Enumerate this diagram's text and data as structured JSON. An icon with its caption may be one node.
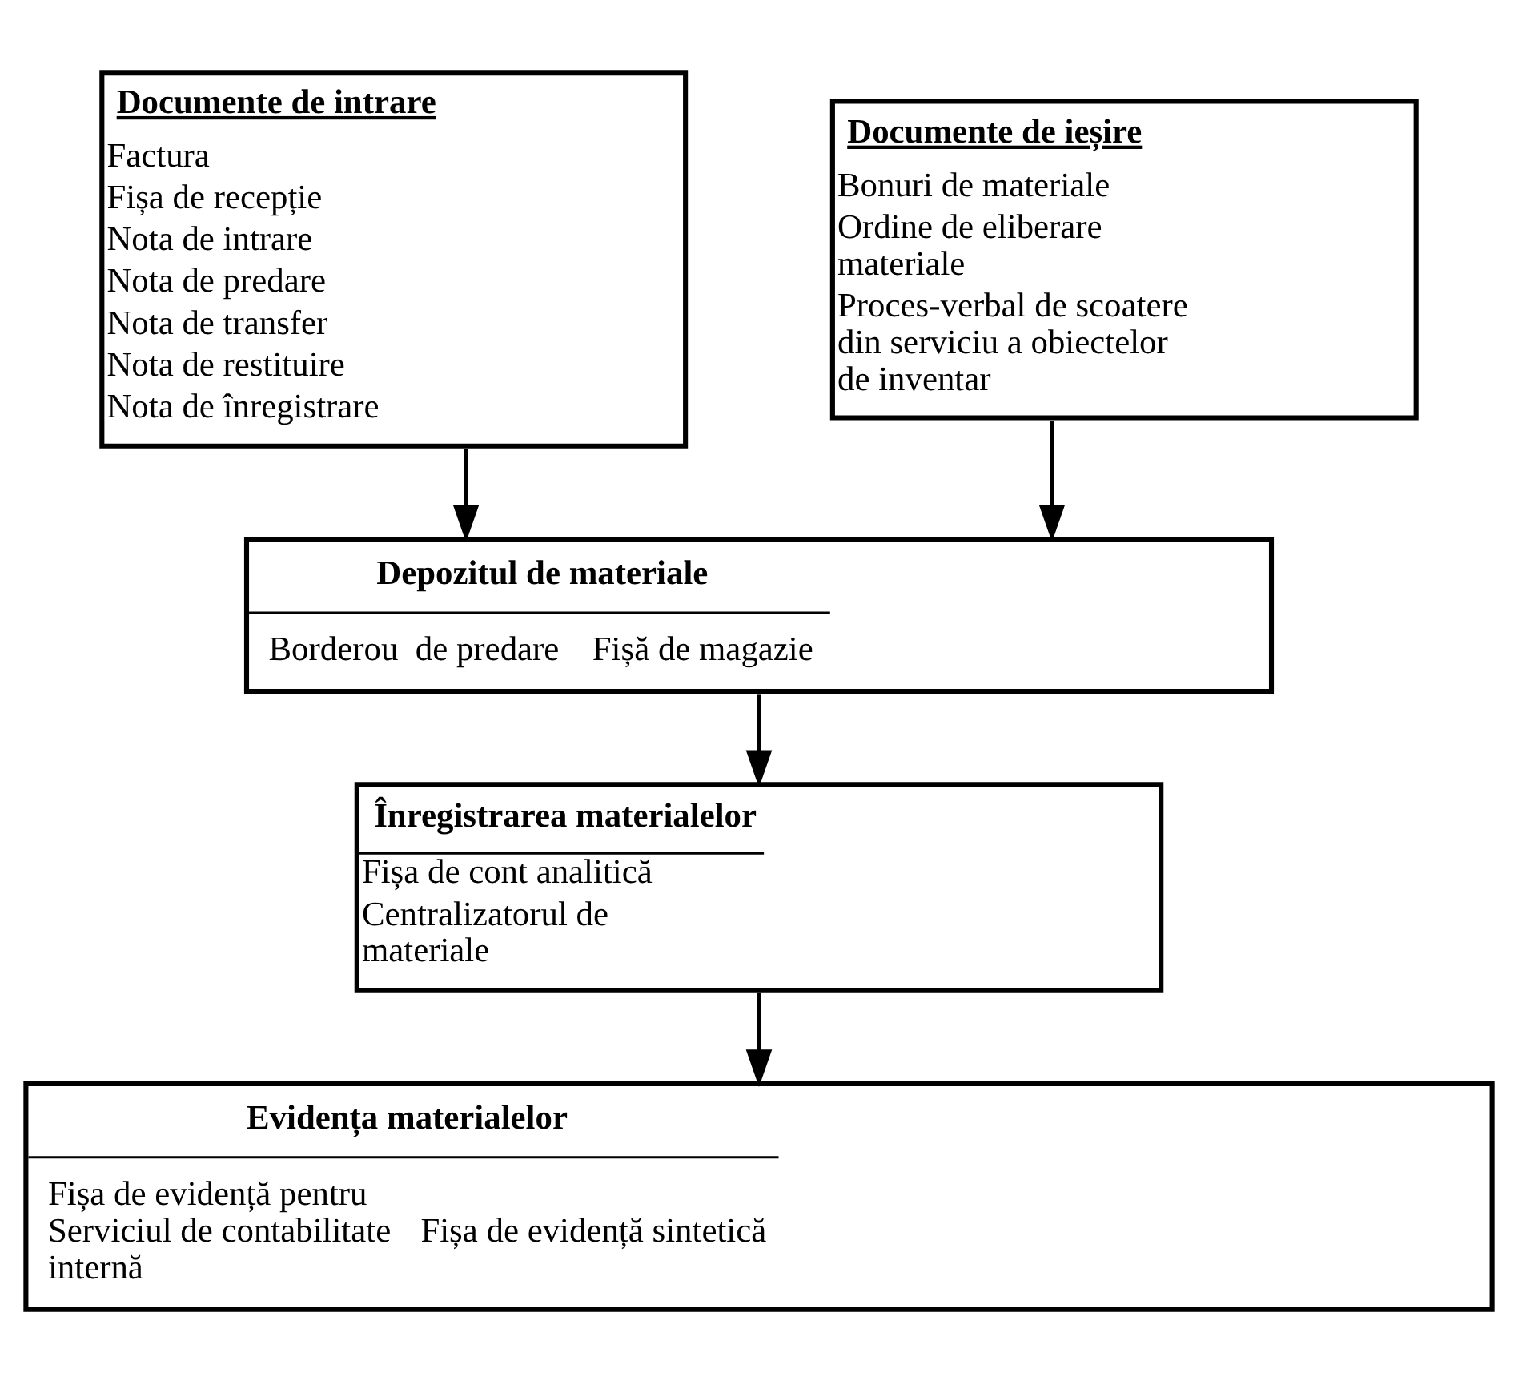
{
  "diagram": {
    "nodes": [
      {
        "text": [
          "Documente de intrare",
          "Factura",
          "Fișa de recepție",
          "Nota de intrare",
          "Nota de predare",
          "Nota de transfer",
          "Nota de restituire",
          "Nota de înregistrare"
        ]
      },
      {
        "text": [
          "Documente de ieșire",
          "Bonuri de materiale",
          "Ordine de eliberare materiale",
          "Proces-verbal de scoatere din serviciu a obiectelor de inventar"
        ]
      },
      {
        "text": [
          "Depozitul de materiale",
          "Borderou  de predare",
          "Fișă de magazie"
        ]
      },
      {
        "text": [
          "Înregistrarea materialelor",
          "Fișa de cont analitică",
          "Centralizatorul de materiale"
        ]
      },
      {
        "text": [
          "Evidența materialelor",
          "Fișa de evidență pentru Serviciul de contabilitate internă",
          "Fișa de evidență sintetică"
        ]
      }
    ],
    "edges": [
      {
        "from": 0,
        "to": 2,
        "arrow": "to"
      },
      {
        "from": 1,
        "to": 2,
        "arrow": "to"
      },
      {
        "from": 2,
        "to": 3,
        "arrow": "to"
      },
      {
        "from": 3,
        "to": 4,
        "arrow": "to"
      }
    ]
  }
}
